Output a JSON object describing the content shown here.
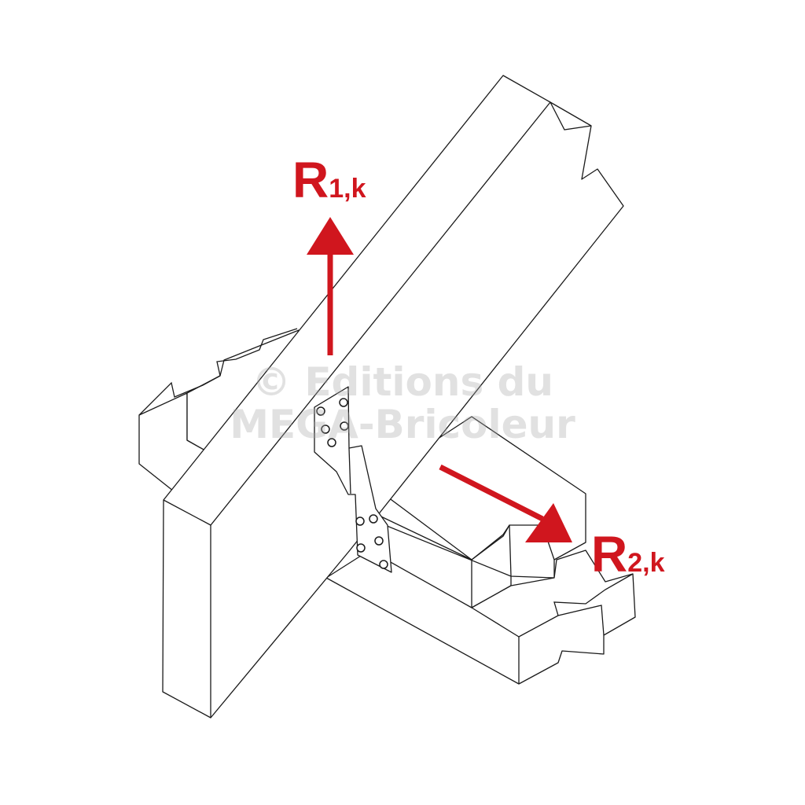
{
  "labels": {
    "force1": {
      "main": "R",
      "sub": "1,k"
    },
    "force2": {
      "main": "R",
      "sub": "2,k"
    }
  },
  "watermark": {
    "line1": "© Editions du",
    "line2": "MEGA-Bricoleur"
  },
  "colors": {
    "arrow": "#d0161e",
    "lines": "#1a1a1a",
    "watermark": "#aaaaaa"
  }
}
